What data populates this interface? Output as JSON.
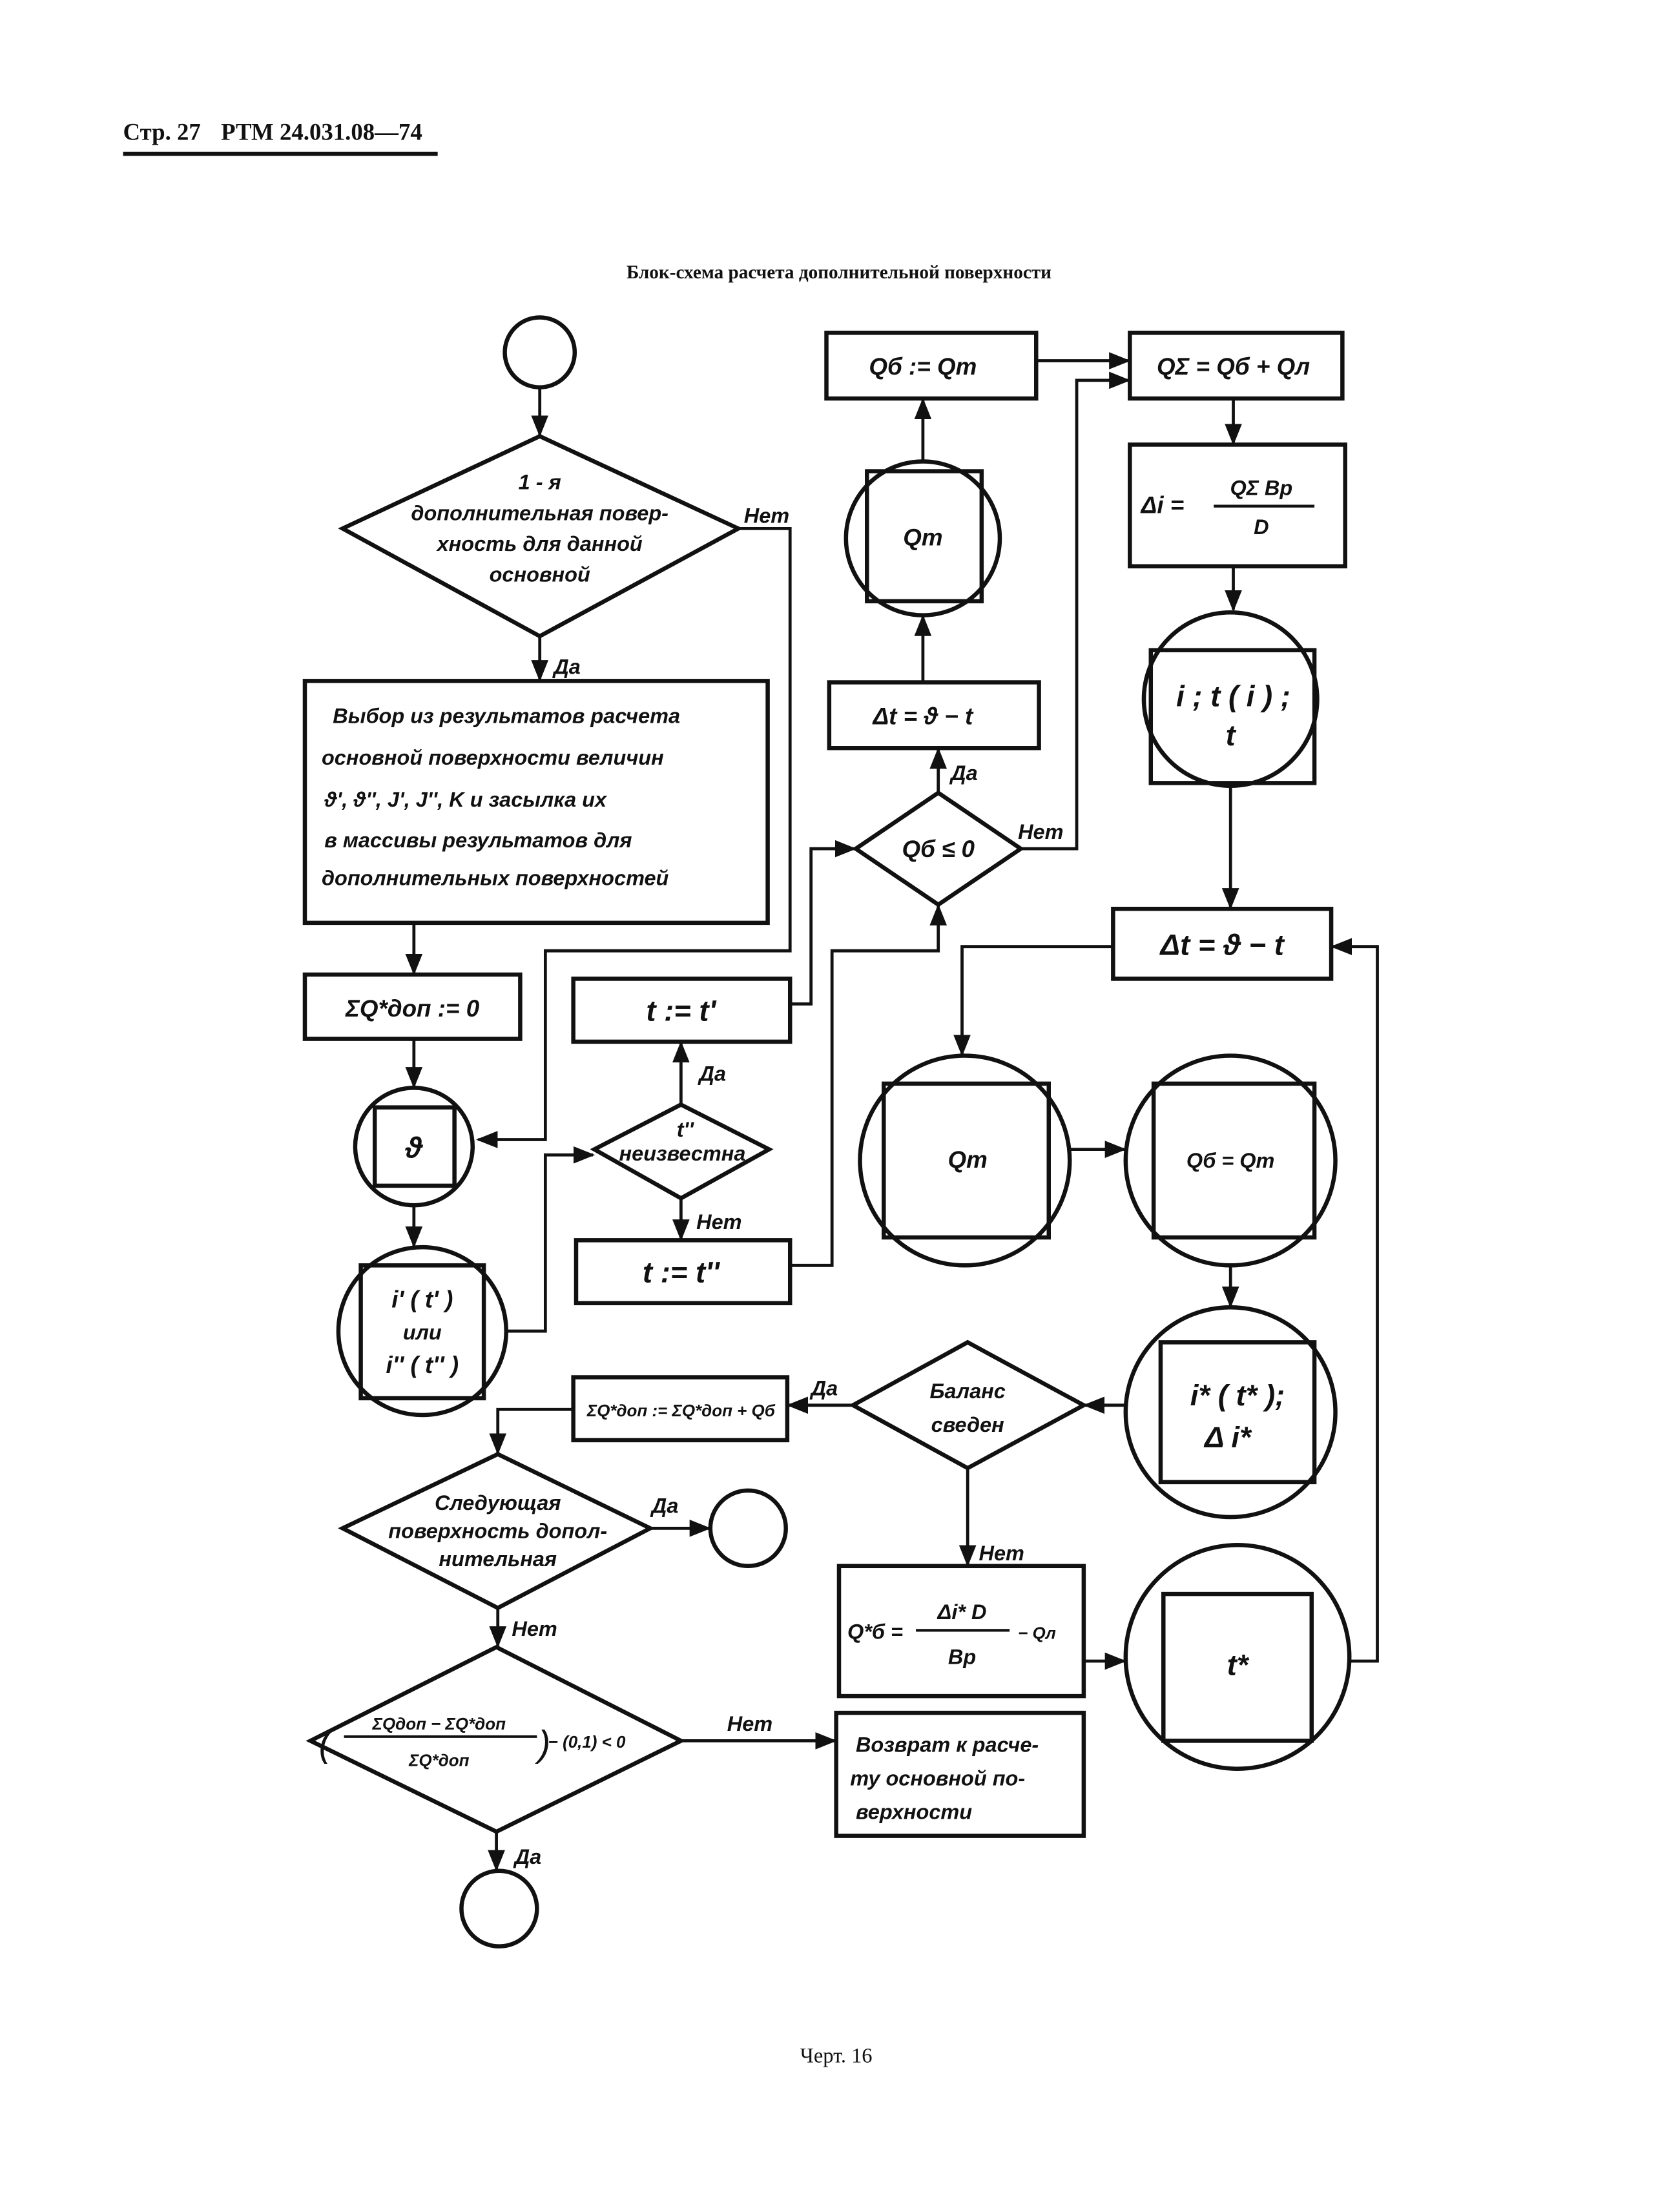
{
  "header": {
    "page": "Стр. 27",
    "doc": "РТМ 24.031.08—74"
  },
  "title": "Блок-схема расчета дополнительной поверхности",
  "caption": "Черт. 16",
  "labels": {
    "yes": "Да",
    "no": "Нет"
  },
  "nodes": {
    "first_surface": {
      "lines": [
        "1 - я",
        "дополнительная повер-",
        "хность для данной",
        "основной"
      ]
    },
    "select_results": {
      "lines": [
        "Выбор из результатов расчета",
        "основной поверхности величин",
        "ϑ', ϑ'', J', J'', K и засылка их",
        "в массивы результатов для",
        "дополнительных поверхностей"
      ]
    },
    "sum_zero": {
      "text": "ΣQ*доп := 0"
    },
    "theta_sub": {
      "text": "ϑ"
    },
    "i_of_t": {
      "lines": [
        "i' ( t' )",
        "или",
        "i'' ( t'' )"
      ]
    },
    "t2_unknown": {
      "lines": [
        "t''",
        "неизвестна"
      ]
    },
    "t_eq_t1": {
      "text": "t := t'"
    },
    "t_eq_t2": {
      "text": "t := t''"
    },
    "qb_le_0": {
      "text": "Qб ≤ 0"
    },
    "dt_top": {
      "text": "Δt = ϑ − t"
    },
    "qt_top": {
      "text": "Qт"
    },
    "qb_eq_qt_top": {
      "text": "Qб := Qт"
    },
    "q_sigma": {
      "text": "QΣ = Qб + Qл"
    },
    "delta_i": {
      "lhs": "Δi =",
      "num": "QΣ Bp",
      "den": "D"
    },
    "i_t_i": {
      "lines": [
        "i ; t ( i ) ;",
        "t"
      ]
    },
    "dt_right": {
      "text": "Δt = ϑ − t"
    },
    "qt_mid": {
      "text": "Qт"
    },
    "qb_eq_qt_mid": {
      "text": "Qб = Qт"
    },
    "i_star": {
      "lines": [
        "i* ( t* );",
        "Δ i*"
      ]
    },
    "balance": {
      "lines": [
        "Баланс",
        "сведен"
      ]
    },
    "sum_update": {
      "text": "ΣQ*доп := ΣQ*доп + Qб"
    },
    "next_surface": {
      "lines": [
        "Следующая",
        "поверхность допол-",
        "нительная"
      ]
    },
    "convergence": {
      "num": "ΣQдоп − ΣQ*доп",
      "den": "ΣQ*доп",
      "rest": "− (0,1) < 0"
    },
    "return": {
      "lines": [
        "Возврат к расче-",
        "ту основной по-",
        "верхности"
      ]
    },
    "qb_star": {
      "lhs": "Q*б =",
      "num": "Δi* D",
      "den": "Bp",
      "rest": "− Qл"
    },
    "t_star": {
      "text": "t*"
    }
  }
}
